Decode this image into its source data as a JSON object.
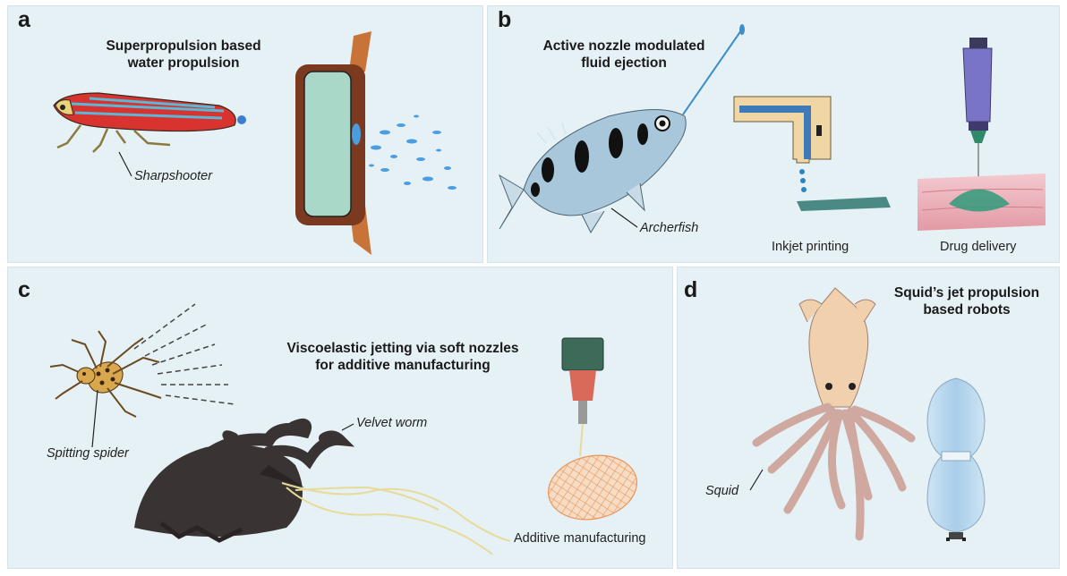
{
  "panels": {
    "a": {
      "letter": "a",
      "title_line1": "Superpropulsion based",
      "title_line2": "water propulsion",
      "label_insect": "Sharpshooter"
    },
    "b": {
      "letter": "b",
      "title_line1": "Active nozzle modulated",
      "title_line2": "fluid ejection",
      "label_fish": "Archerfish",
      "caption_inkjet": "Inkjet printing",
      "caption_drug": "Drug delivery"
    },
    "c": {
      "letter": "c",
      "title_line1": "Viscoelastic jetting via soft nozzles",
      "title_line2": "for additive manufacturing",
      "label_spider": "Spitting spider",
      "label_worm": "Velvet worm",
      "caption_additive": "Additive manufacturing"
    },
    "d": {
      "letter": "d",
      "title_line1": "Squid’s jet propulsion",
      "title_line2": "based robots",
      "label_squid": "Squid"
    }
  }
}
